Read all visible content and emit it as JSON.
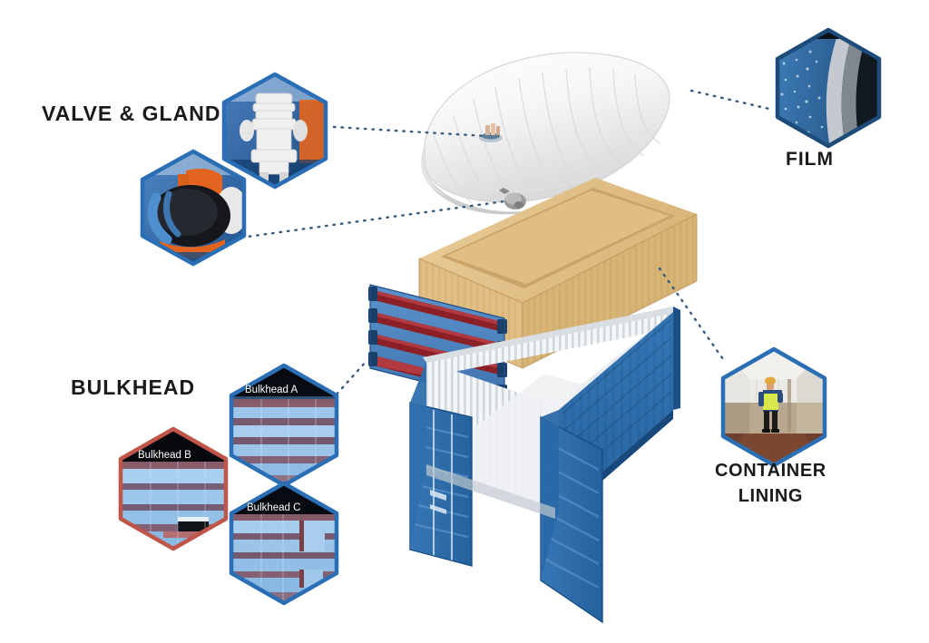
{
  "diagram": {
    "title": "Flexitank container system exploded view",
    "type": "exploded-assembly-diagram"
  },
  "labels": {
    "valve_gland": "VALVE & GLAND",
    "bulkhead": "BULKHEAD",
    "film": "FILM",
    "container_lining_line1": "CONTAINER",
    "container_lining_line2": "LINING"
  },
  "callouts": [
    {
      "id": "valve",
      "name": "valve-hexagon",
      "caption": "",
      "border_color": "#2a6fb5",
      "photo": "white cam-lock valve on blue background"
    },
    {
      "id": "gland",
      "name": "gland-hexagon",
      "caption": "",
      "border_color": "#2a6fb5",
      "photo": "black rubber gland with orange and blue fittings"
    },
    {
      "id": "bulkhead-a",
      "name": "bulkhead-a-hexagon",
      "caption": "Bulkhead A",
      "border_color": "#2a6fb5",
      "photo": "blue horizontal bar bulkhead"
    },
    {
      "id": "bulkhead-b",
      "name": "bulkhead-b-hexagon",
      "caption": "Bulkhead B",
      "border_color": "#c0564a",
      "photo": "blue bulkhead with red frame"
    },
    {
      "id": "bulkhead-c",
      "name": "bulkhead-c-hexagon",
      "caption": "Bulkhead C",
      "border_color": "#2a6fb5",
      "photo": "blue bulkhead panel variant"
    },
    {
      "id": "film",
      "name": "film-hexagon",
      "caption": "",
      "border_color": "#1d4b7a",
      "photo": "multi-layer film cross section"
    },
    {
      "id": "lining",
      "name": "container-lining-hexagon",
      "caption": "",
      "border_color": "#2a6fb5",
      "photo": "worker in hi-vis vest installing lining inside container"
    }
  ],
  "components": [
    {
      "id": "flexitank-bag",
      "label": "flexitank bag",
      "color": "#f2f2f2"
    },
    {
      "id": "liner-box",
      "label": "corrugated liner box",
      "color": "#e3c288"
    },
    {
      "id": "bulkhead-panel",
      "label": "bulkhead bar panel",
      "color": "#4e86c6",
      "bar_color": "#8c2027",
      "bar_count": 4
    },
    {
      "id": "shipping-container",
      "label": "shipping container",
      "color": "#2b6cab"
    }
  ],
  "colors": {
    "hex_blue": "#2a6fb5",
    "hex_red": "#c0564a",
    "container_blue": "#2b6cab",
    "liner_tan": "#e3c288",
    "bar_red": "#8c2027",
    "dotted_line": "#3a5a7a",
    "text": "#1a1a1a"
  }
}
